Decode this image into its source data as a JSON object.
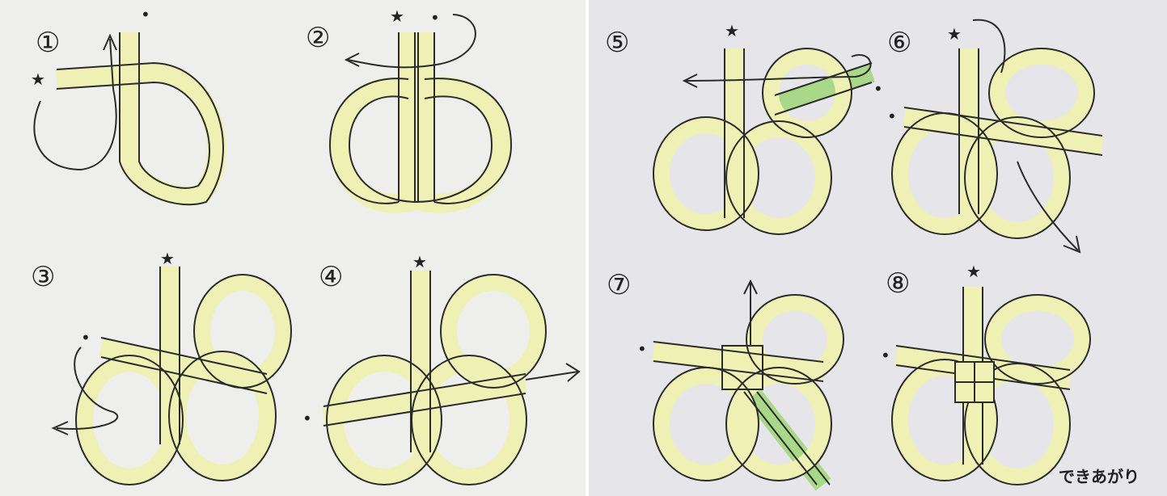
{
  "steps": [
    {
      "label": "①"
    },
    {
      "label": "②"
    },
    {
      "label": "③"
    },
    {
      "label": "④"
    },
    {
      "label": "⑤"
    },
    {
      "label": "⑥"
    },
    {
      "label": "⑦"
    },
    {
      "label": "⑧"
    }
  ],
  "markers": {
    "star": "★",
    "dot": "•"
  },
  "caption": "できあがり",
  "colors": {
    "ribbon_light": "#eef0b4",
    "ribbon_green": "#a9d889",
    "outline": "#2b2b2b",
    "left_background": "#eeeeec",
    "right_background": "#e6e6ea"
  }
}
